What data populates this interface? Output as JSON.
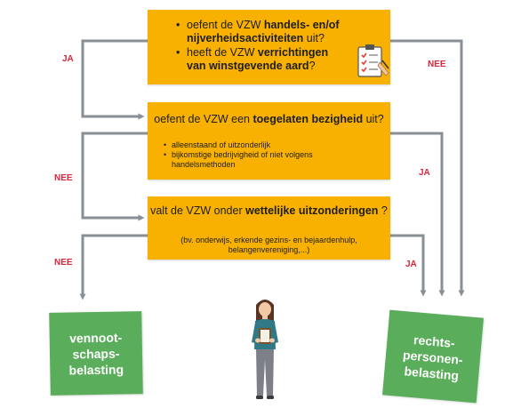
{
  "question1": {
    "bullet1": {
      "pre": "oefent de VZW ",
      "bold": "handels- en/of nijverheidsactiviteiten",
      "post": " uit?"
    },
    "bullet2": {
      "pre": "heeft de VZW ",
      "bold": "verrichtingen van winstgevende aard",
      "post": "?"
    }
  },
  "question2": {
    "title": {
      "pre": "oefent de VZW een ",
      "bold": "toegelaten bezigheid",
      "post": " uit?"
    },
    "items": [
      "alleenstaand of uitzonderlijk",
      "bijkomstige bedrijvigheid of niet volgens handelsmethoden"
    ]
  },
  "question3": {
    "title": {
      "pre": "valt de VZW onder ",
      "bold": "wettelijke uitzonderingen",
      "post": " ?"
    },
    "subtitle": "(bv. onderwijs, erkende gezins- en bejaardenhulp, belangenvereniging,...)"
  },
  "labels": {
    "q1_yes": "JA",
    "q1_no": "NEE",
    "q2_no": "NEE",
    "q2_yes": "JA",
    "q3_no": "NEE",
    "q3_yes": "JA"
  },
  "outcomes": {
    "left": [
      "vennoot-",
      "schaps-",
      "belasting"
    ],
    "right": [
      "rechts-",
      "personen-",
      "belasting"
    ]
  },
  "colors": {
    "box": "#f8b100",
    "arrow": "#8a8f96",
    "label": "#d7263d",
    "sign": "#5aad5a"
  },
  "icons": [
    "clipboard-checklist-icon",
    "woman-with-clipboard-illustration"
  ]
}
